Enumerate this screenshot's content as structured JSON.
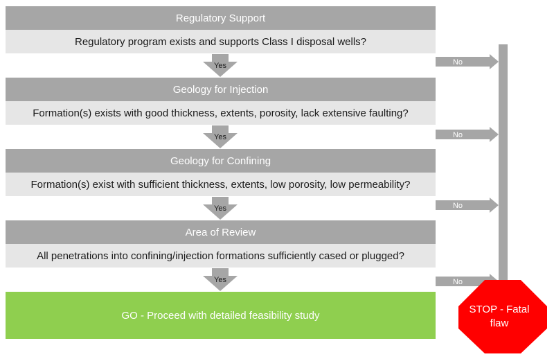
{
  "stages": [
    {
      "header": "Regulatory Support",
      "question": "Regulatory program exists and supports Class I disposal wells?",
      "yes": "Yes",
      "no": "No"
    },
    {
      "header": "Geology for Injection",
      "question": "Formation(s) exists with good thickness, extents, porosity, lack extensive faulting?",
      "yes": "Yes",
      "no": "No"
    },
    {
      "header": "Geology for Confining",
      "question": "Formation(s) exist with sufficient thickness, extents, low porosity, low permeability?",
      "yes": "Yes",
      "no": "No"
    },
    {
      "header": "Area of Review",
      "question": "All penetrations into confining/injection formations sufficiently cased or plugged?",
      "yes": "Yes",
      "no": "No"
    }
  ],
  "go": "GO - Proceed with detailed feasibility study",
  "stop": "STOP - Fatal\nflaw",
  "colors": {
    "header": "#a6a6a6",
    "question": "#e6e6e6",
    "arrow": "#a6a6a6",
    "go": "#8fcf4f",
    "stop": "#ff0000"
  }
}
